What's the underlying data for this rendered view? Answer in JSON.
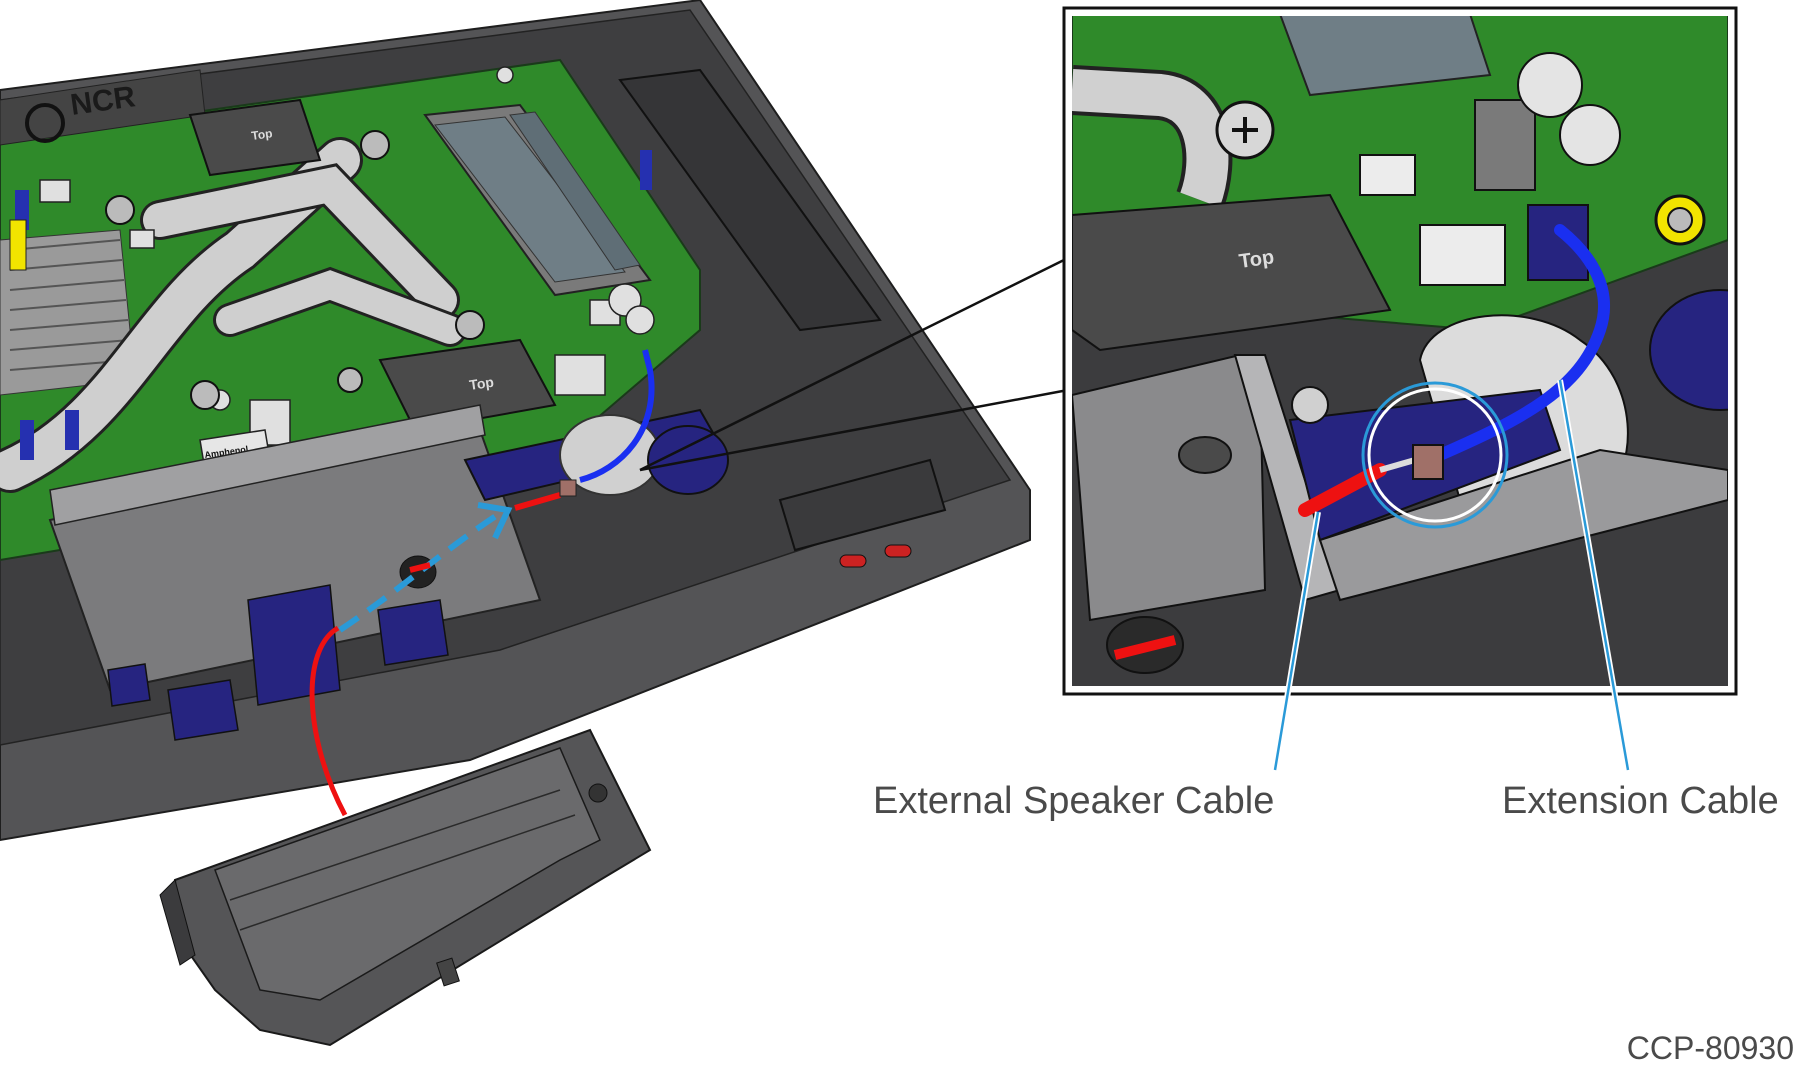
{
  "labels": {
    "external_speaker_cable": "External Speaker Cable",
    "extension_cable": "Extension Cable",
    "document_id": "CCP-80930"
  },
  "component_text": {
    "brand": "NCR",
    "chip_top": "Top",
    "connector_brand": "Amphenol"
  },
  "colors": {
    "pcb_green": "#2f8a2a",
    "chassis_gray": "#4a4a4c",
    "heatpipe_gray": "#c8c8c8",
    "ram_slate": "#6f7e86",
    "port_navy": "#262480",
    "speaker_cable_red": "#ee1111",
    "extension_cable_blue": "#1a2ff0",
    "callout_leader": "#2a9ad8",
    "arrow_cyan": "#2a9ad8"
  }
}
